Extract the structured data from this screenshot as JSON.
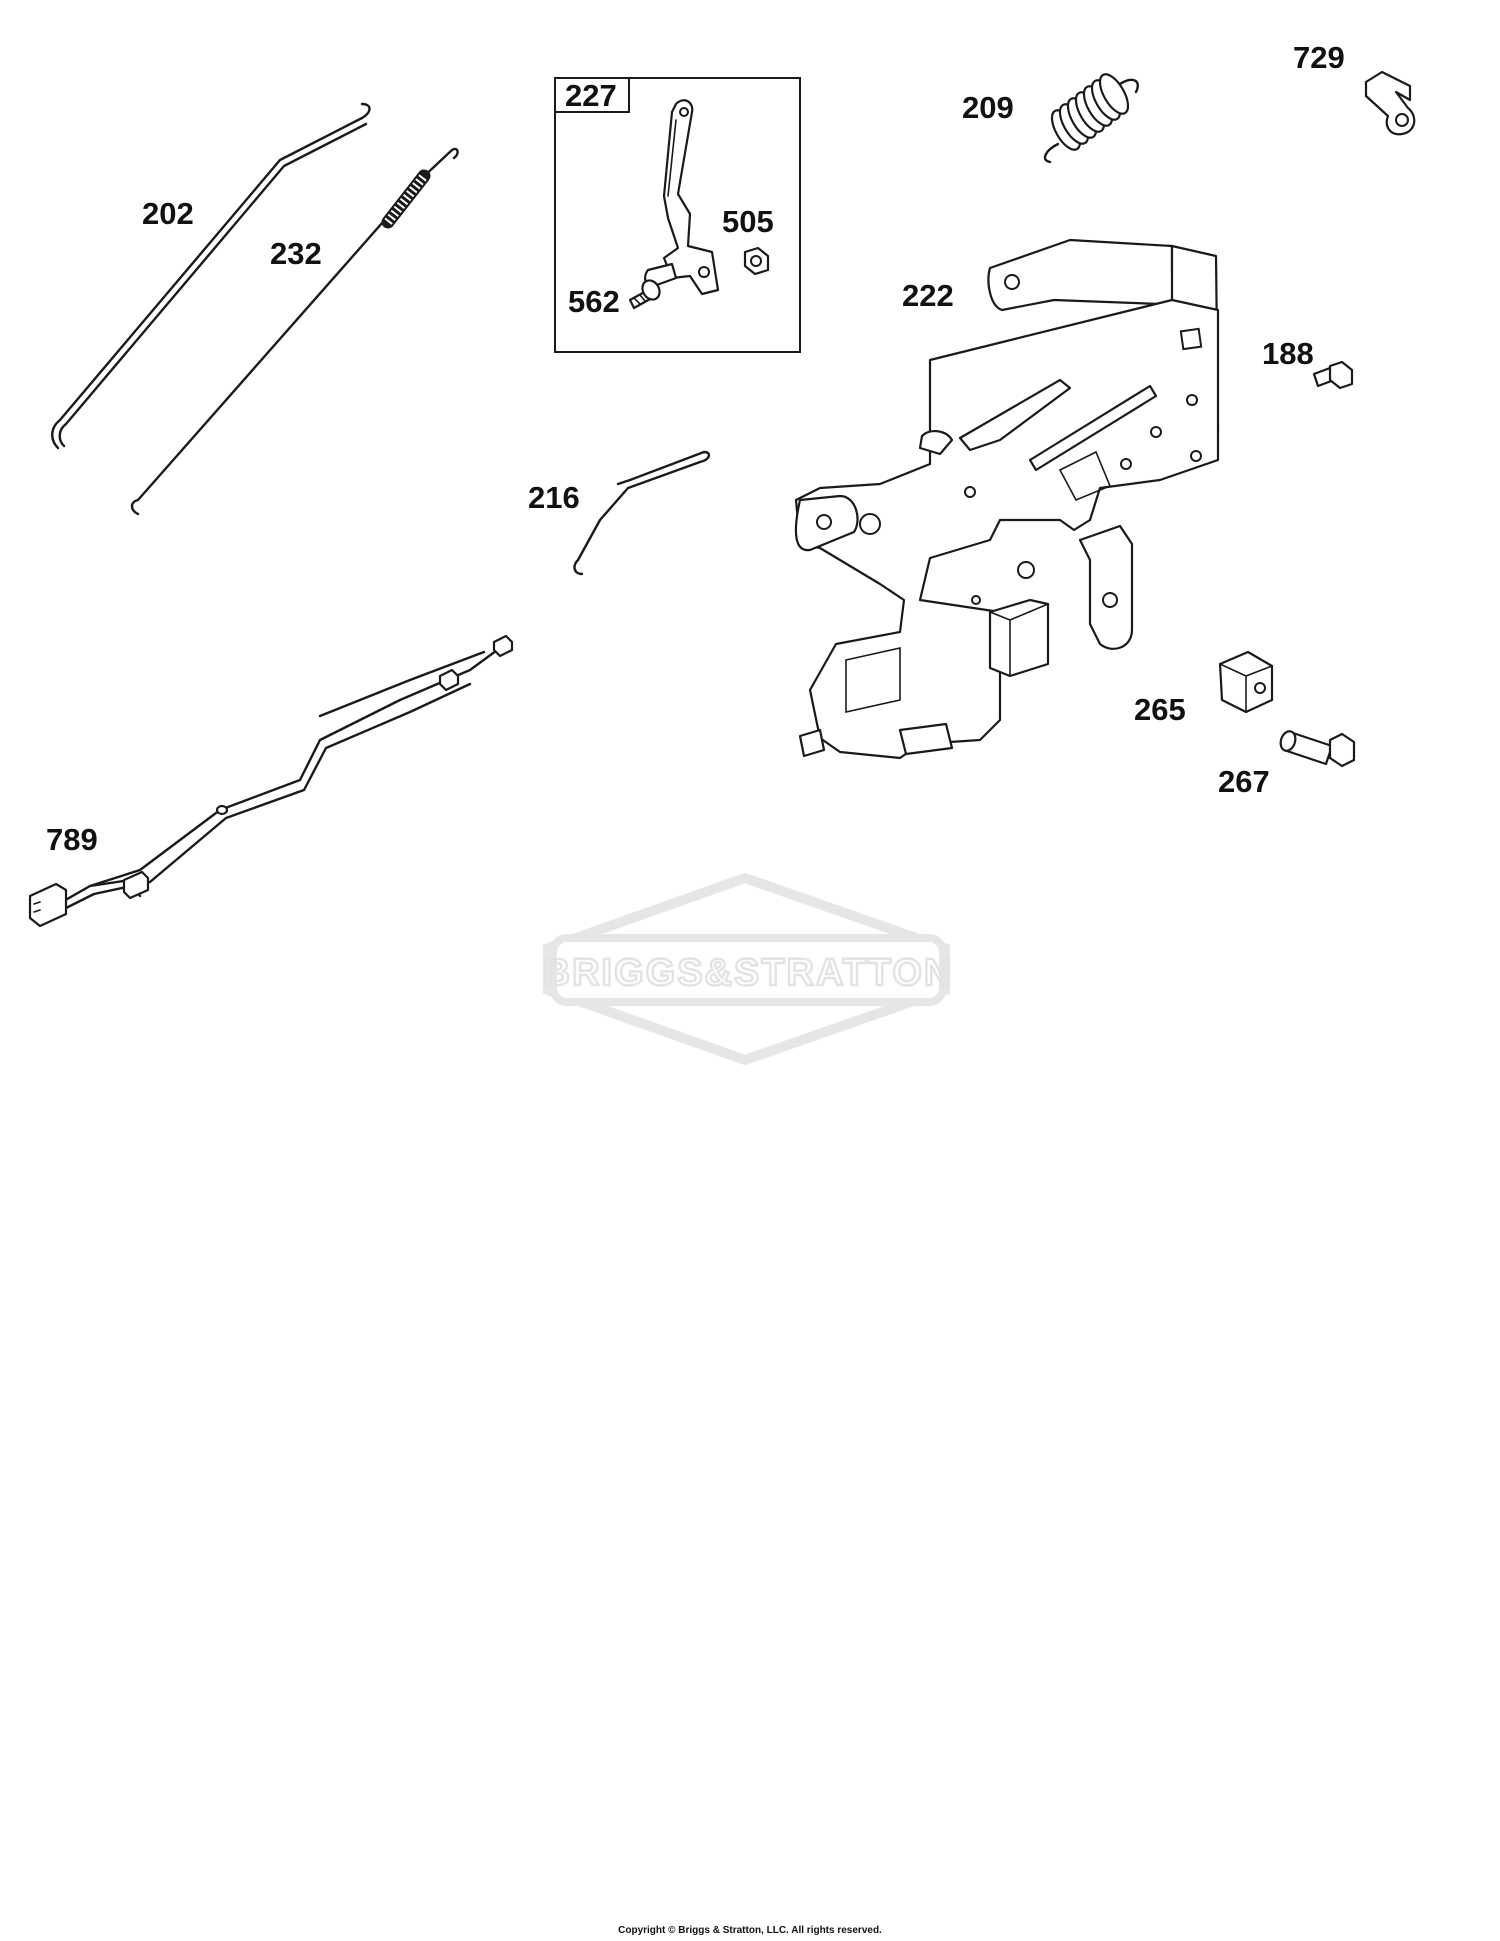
{
  "parts": {
    "p202": "202",
    "p232": "232",
    "p227": "227",
    "p505": "505",
    "p562": "562",
    "p209": "209",
    "p729": "729",
    "p222": "222",
    "p188": "188",
    "p216": "216",
    "p265": "265",
    "p267": "267",
    "p789": "789"
  },
  "watermark": {
    "brand": "BRIGGS&STRATTON",
    "registered": "®"
  },
  "footer": {
    "copyright": "Copyright © Briggs & Stratton, LLC. All rights reserved."
  }
}
